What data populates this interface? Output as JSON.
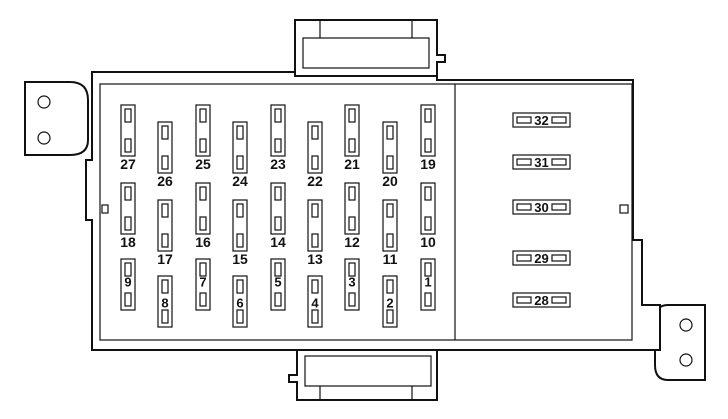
{
  "diagram": {
    "left_columns": [
      {
        "top": "27",
        "mid": "18",
        "bottom": "9"
      },
      {
        "top": "26",
        "mid": "17",
        "bottom": "8"
      },
      {
        "top": "25",
        "mid": "16",
        "bottom": "7"
      },
      {
        "top": "24",
        "mid": "15",
        "bottom": "6"
      },
      {
        "top": "23",
        "mid": "14",
        "bottom": "5"
      },
      {
        "top": "22",
        "mid": "13",
        "bottom": "4"
      },
      {
        "top": "21",
        "mid": "12",
        "bottom": "3"
      },
      {
        "top": "20",
        "mid": "11",
        "bottom": "2"
      },
      {
        "top": "19",
        "mid": "10",
        "bottom": "1"
      }
    ],
    "right_fuses": [
      "32",
      "31",
      "30",
      "29",
      "28"
    ]
  }
}
